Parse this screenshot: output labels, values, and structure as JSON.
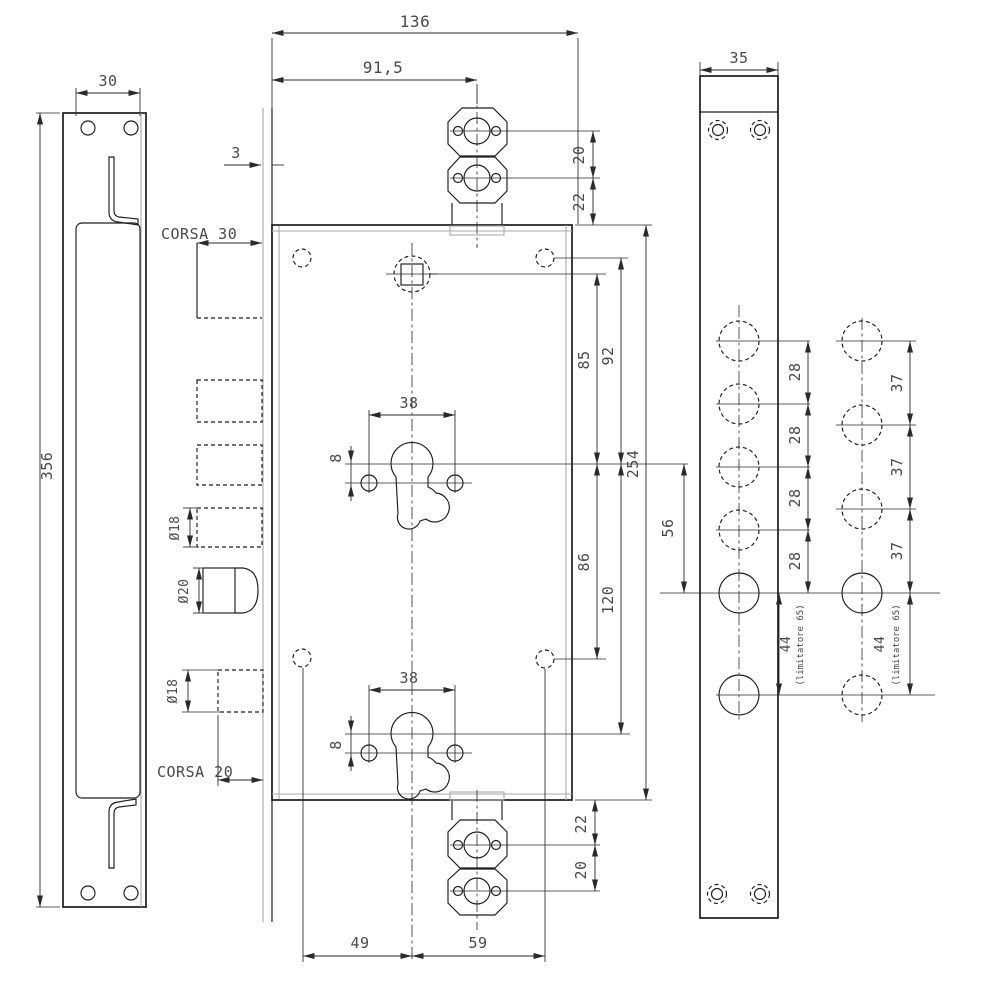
{
  "drawing": {
    "type": "technical-drawing-lock",
    "colors": {
      "background": "#ffffff",
      "line": "#1d1d1d",
      "secondary_line": "#a8a8a8",
      "text": "#4a4a4a"
    },
    "labels": {
      "total_width": "136",
      "partial_width": "91,5",
      "left_plate_width": "30",
      "left_plate_height": "356",
      "faceplate_thickness": "3",
      "corsa_top": "CORSA 30",
      "corsa_bottom": "CORSA 20",
      "bolt_dia_top": "Ø18",
      "latch_dia": "Ø20",
      "bolt_dia_bottom": "Ø18",
      "cyl_top_width": "38",
      "cyl_top_offset": "8",
      "cyl_bottom_width": "38",
      "cyl_bottom_offset": "8",
      "dist_spindle_cyl": "85",
      "dist_hole_cyl": "92",
      "body_height": "254",
      "dist_cyl_hole": "86",
      "dist_cyl_cyl": "120",
      "dist_cyl_limiter": "56",
      "top_bracket_pitch": "20",
      "top_bracket_edge": "22",
      "bottom_bracket_edge": "22",
      "bottom_bracket_pitch": "20",
      "bottom_left_dist": "49",
      "bottom_right_dist": "59",
      "right_plate_width": "35",
      "pitch_28": [
        "28",
        "28",
        "28",
        "28"
      ],
      "pitch_37": [
        "37",
        "37",
        "37"
      ],
      "limiter_left_value": "44",
      "limiter_left_note": "(limitatore 65)",
      "limiter_right_value": "44",
      "limiter_right_note": "(limitatore 65)"
    }
  }
}
